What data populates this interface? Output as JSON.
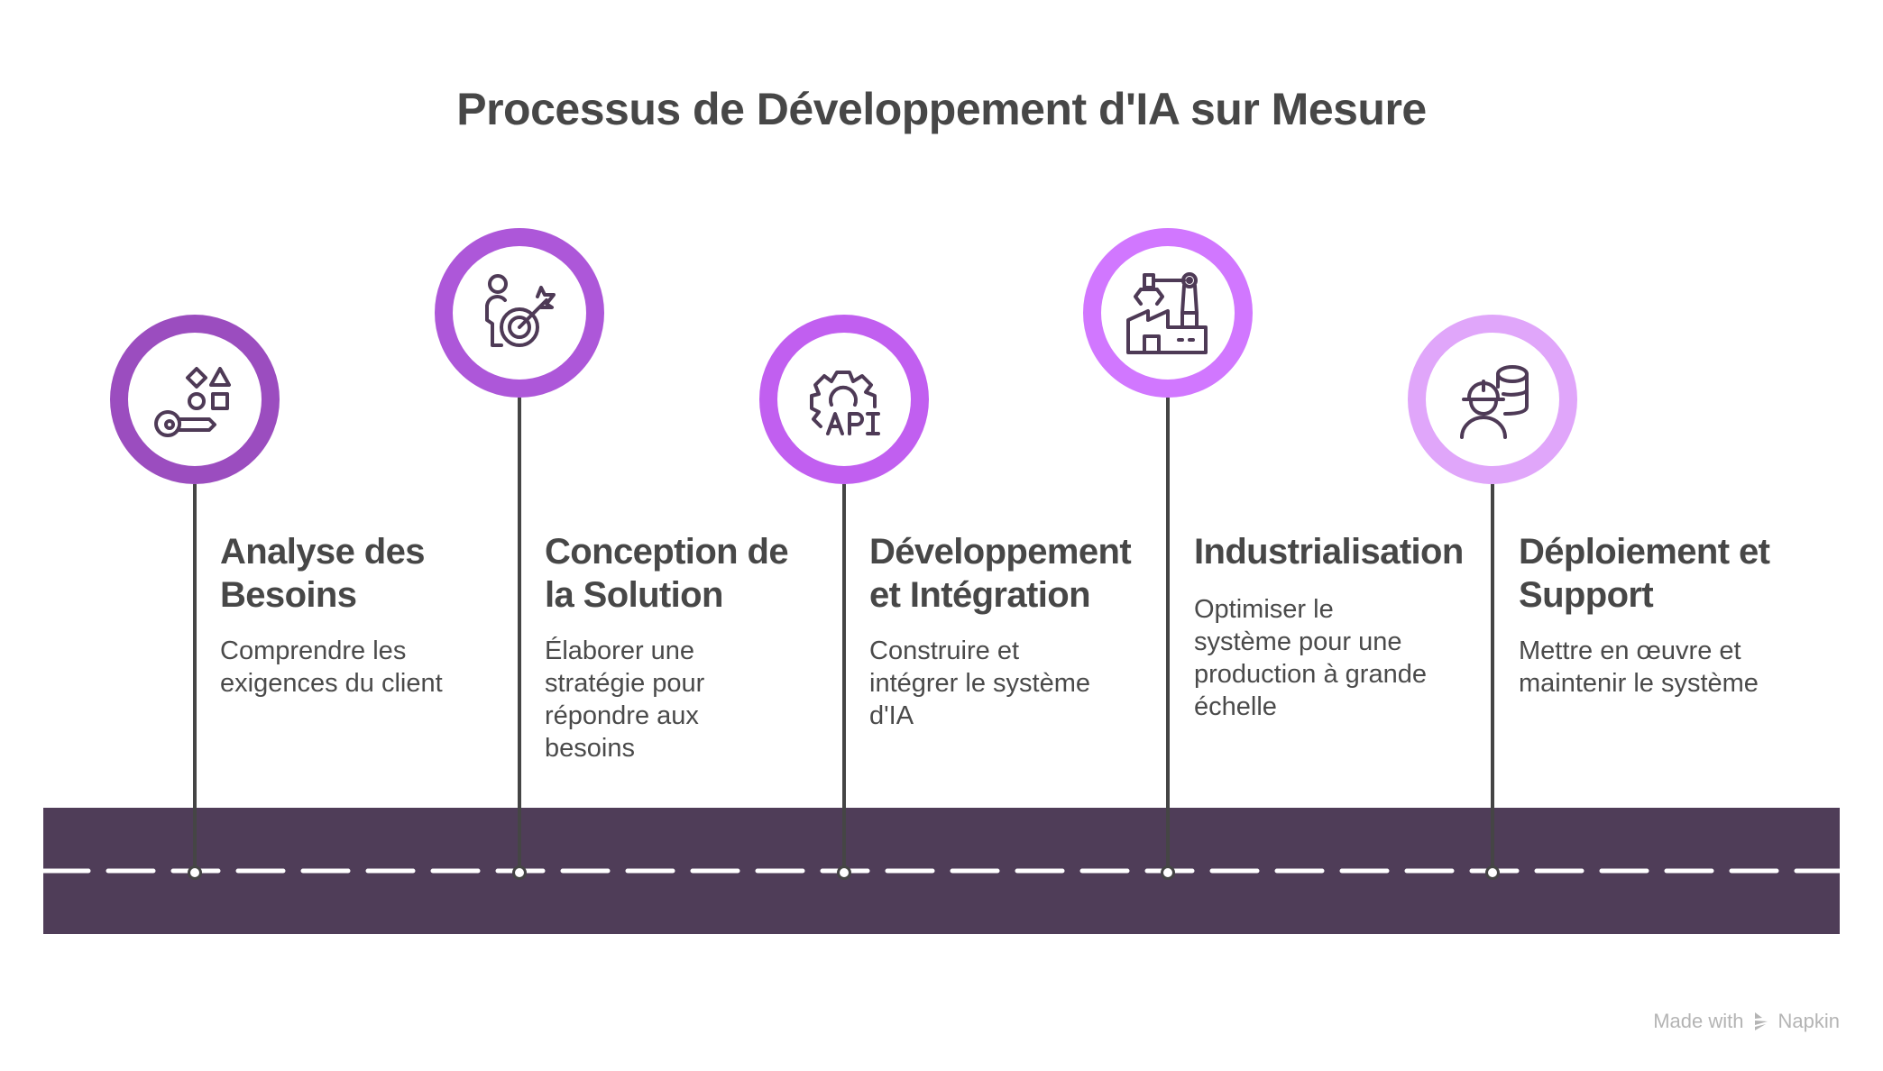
{
  "title": "Processus de Développement d'IA sur Mesure",
  "colors": {
    "road": "#4f3d58",
    "icon": "#4e3a56",
    "text": "#484848",
    "rings": [
      "#9b4dbf",
      "#ad57d9",
      "#c15ff0",
      "#d177ff",
      "#e0a6fa"
    ]
  },
  "steps": [
    {
      "icon": "key-shapes-icon",
      "heading": "Analyse des\nBesoins",
      "description": "Comprendre les\nexigences du client"
    },
    {
      "icon": "person-target-icon",
      "heading": "Conception de\nla Solution",
      "description": "Élaborer une\nstratégie pour\nrépondre aux\nbesoins"
    },
    {
      "icon": "gear-api-icon",
      "heading": "Développement\net Intégration",
      "description": "Construire et\nintégrer le système\nd'IA"
    },
    {
      "icon": "factory-robot-arm-icon",
      "heading": "Industrialisation",
      "description": "Optimiser le\nsystème pour une\nproduction à grande\néchelle"
    },
    {
      "icon": "engineer-database-icon",
      "heading": "Déploiement et\nSupport",
      "description": "Mettre en œuvre et\nmaintenir le système"
    }
  ],
  "watermark": {
    "prefix": "Made with",
    "brand": "Napkin",
    "icon": "napkin-logo-icon"
  }
}
